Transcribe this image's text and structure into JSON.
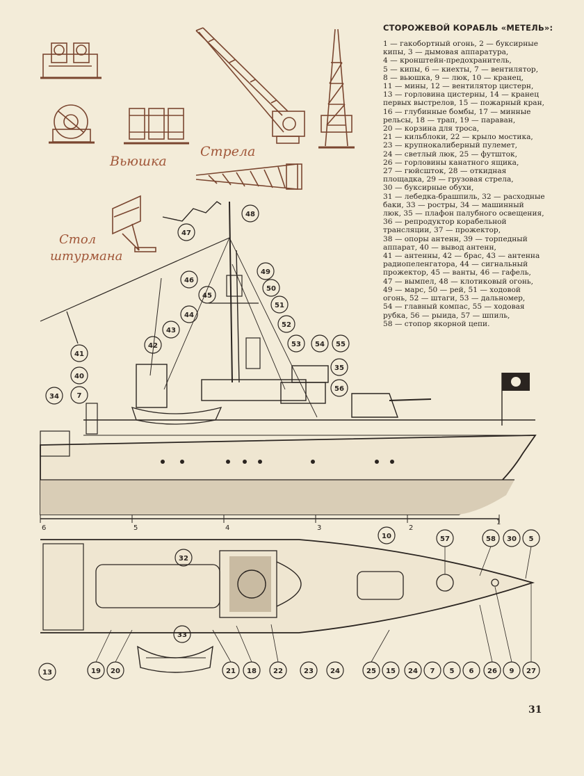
{
  "legend": {
    "title": "СТОРОЖЕВОЙ КОРАБЛЬ «МЕТЕЛЬ»:",
    "lines": [
      "1 — гакобортный огонь, 2 — буксирные",
      "кипы, 3 — дымовая аппаратура,",
      "4 — кронштейн-предохранитель,",
      "5 — кипы, 6 — киехты, 7 — вентилятор,",
      "8 — вьюшка, 9 — люк, 10 — кранец,",
      "11 — мины, 12 — вентилятор цистерн,",
      "13 — горловина цистерны, 14 — кранец",
      "первых выстрелов, 15 — пожарный кран,",
      "16 — глубинные бомбы, 17 — минные",
      "рельсы, 18 — трап, 19 — параван,",
      "20 — корзина для троса,",
      "21 — кильблоки, 22 — крыло мостика,",
      "23 — крупнокалиберный пулемет,",
      "24 — светлый люк, 25 — футшток,",
      "26 — горловины канатного ящика,",
      "27 — гюйсшток, 28 — откидная",
      "площадка, 29 — грузовая стрела,",
      "30 — буксирные обухи,",
      "31 — лебедка-брашпиль, 32 — расходные",
      "баки, 33 — ростры, 34 — машинный",
      "люк, 35 — плафон палубного освещения,",
      "36 — репродуктор корабельной",
      "трансляции, 37 — прожектор,",
      "38 — опоры антенн, 39 — торпедный",
      "аппарат, 40 — вывод антенн,",
      "41 — антенны, 42 — брас, 43 — антенна",
      "радиопеленгатора, 44 — сигнальный",
      "прожектор, 45 — ванты, 46 — гафель,",
      "47 — вымпел, 48 — клотиковый огонь,",
      "49 — марс, 50 — рей, 51 — ходовой",
      "огонь, 52 — штаги, 53 — дальномер,",
      "54 — главный компас, 55 — ходовая",
      "рубка, 56 — рыида, 57 — шпиль,",
      "58 — стопор якорной цепи."
    ]
  },
  "captions": {
    "vyushka": "Вьюшка",
    "strela": "Стрела",
    "stol_line1": "Стол",
    "stol_line2": "штурмана"
  },
  "page_number": "31",
  "scale_marks": [
    "6",
    "5",
    "4",
    "3",
    "2",
    "1"
  ],
  "callouts_side": [
    "48",
    "47",
    "49",
    "46",
    "50",
    "45",
    "51",
    "44",
    "52",
    "43",
    "53",
    "54",
    "55",
    "42",
    "35",
    "41",
    "56",
    "40",
    "7",
    "34"
  ],
  "callouts_plan": [
    "10",
    "57",
    "58",
    "30",
    "5",
    "32",
    "33",
    "13",
    "19",
    "20",
    "21",
    "18",
    "22",
    "23",
    "24",
    "25",
    "15",
    "24",
    "7",
    "5",
    "6",
    "26",
    "9",
    "27"
  ],
  "colors": {
    "paper": "#f3ecd9",
    "ink": "#2a2420",
    "caption": "#a05638",
    "hull_shade": "#d9cdb6"
  }
}
